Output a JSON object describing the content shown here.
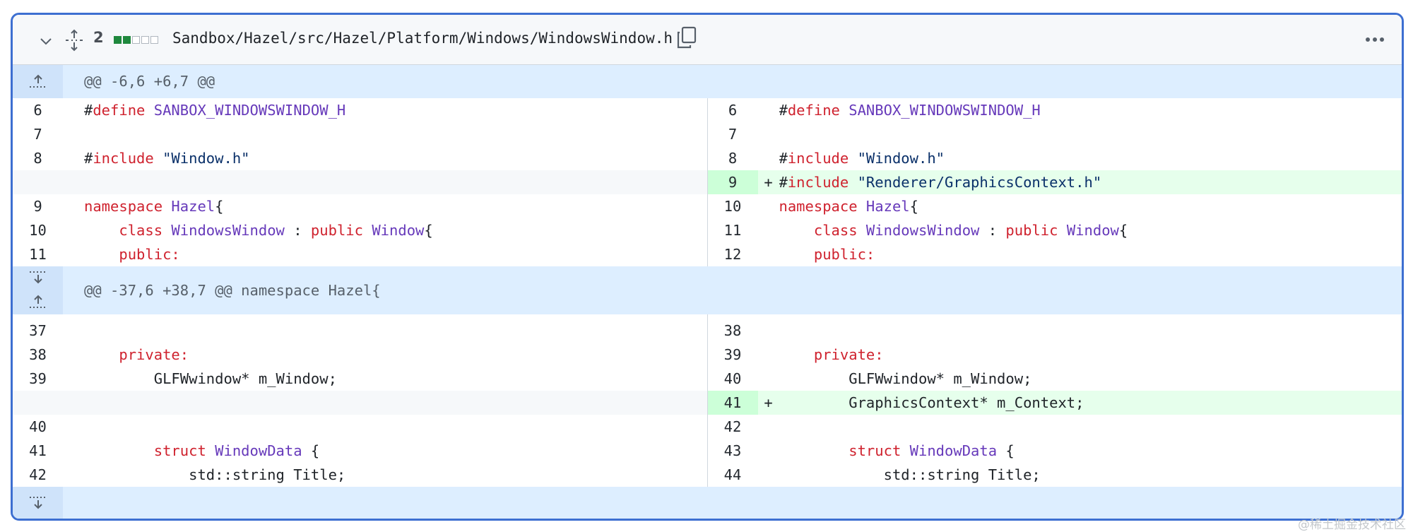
{
  "header": {
    "changes_count": "2",
    "diffstat": [
      "add",
      "add",
      "neutral",
      "neutral",
      "neutral"
    ],
    "file_path": "Sandbox/Hazel/src/Hazel/Platform/Windows/WindowsWindow.h",
    "icons": [
      "chevron-down-icon",
      "unfold-icon",
      "copy-icon",
      "kebab-horizontal-icon"
    ]
  },
  "colors": {
    "accent_border": "#3d6fd1",
    "added_bg": "#e6ffec",
    "added_ln_bg": "#ccffd8",
    "hunk_bg": "#ddeeff",
    "keyword": "#cf222e",
    "entity": "#6639ba",
    "string": "#0a3069"
  },
  "hunk1": {
    "text": "@@ -6,6 +6,7 @@"
  },
  "hunk2": {
    "text": "@@ -37,6 +38,7 @@ namespace Hazel{"
  },
  "rows": [
    {
      "left": {
        "ln": "6",
        "tokens": [
          [
            "#",
            "plain"
          ],
          [
            "define",
            "kw"
          ],
          [
            " SANBOX_WINDOWSWINDOW_H",
            "ent"
          ]
        ]
      },
      "right": {
        "ln": "6",
        "tokens": [
          [
            "#",
            "plain"
          ],
          [
            "define",
            "kw"
          ],
          [
            " SANBOX_WINDOWSWINDOW_H",
            "ent"
          ]
        ]
      }
    },
    {
      "left": {
        "ln": "7",
        "tokens": []
      },
      "right": {
        "ln": "7",
        "tokens": []
      }
    },
    {
      "left": {
        "ln": "8",
        "tokens": [
          [
            "#",
            "plain"
          ],
          [
            "include",
            "kw"
          ],
          [
            " \"Window.h\"",
            "str"
          ]
        ]
      },
      "right": {
        "ln": "8",
        "tokens": [
          [
            "#",
            "plain"
          ],
          [
            "include",
            "kw"
          ],
          [
            " \"Window.h\"",
            "str"
          ]
        ]
      }
    },
    {
      "left": null,
      "right": {
        "ln": "9",
        "added": true,
        "tokens": [
          [
            "#",
            "plain"
          ],
          [
            "include",
            "kw"
          ],
          [
            " \"Renderer/GraphicsContext.h\"",
            "str"
          ]
        ]
      }
    },
    {
      "left": {
        "ln": "9",
        "tokens": [
          [
            "namespace",
            "kw"
          ],
          [
            " Hazel",
            "ent"
          ],
          [
            "{",
            "plain"
          ]
        ]
      },
      "right": {
        "ln": "10",
        "tokens": [
          [
            "namespace",
            "kw"
          ],
          [
            " Hazel",
            "ent"
          ],
          [
            "{",
            "plain"
          ]
        ]
      }
    },
    {
      "left": {
        "ln": "10",
        "tokens": [
          [
            "    ",
            "plain"
          ],
          [
            "class",
            "kw"
          ],
          [
            " WindowsWindow",
            "ent"
          ],
          [
            " : ",
            "plain"
          ],
          [
            "public",
            "kw"
          ],
          [
            " Window",
            "ent"
          ],
          [
            "{",
            "plain"
          ]
        ]
      },
      "right": {
        "ln": "11",
        "tokens": [
          [
            "    ",
            "plain"
          ],
          [
            "class",
            "kw"
          ],
          [
            " WindowsWindow",
            "ent"
          ],
          [
            " : ",
            "plain"
          ],
          [
            "public",
            "kw"
          ],
          [
            " Window",
            "ent"
          ],
          [
            "{",
            "plain"
          ]
        ]
      }
    },
    {
      "left": {
        "ln": "11",
        "tokens": [
          [
            "    ",
            "plain"
          ],
          [
            "public:",
            "kw"
          ]
        ]
      },
      "right": {
        "ln": "12",
        "tokens": [
          [
            "    ",
            "plain"
          ],
          [
            "public:",
            "kw"
          ]
        ]
      }
    }
  ],
  "rows2": [
    {
      "left": {
        "ln": "37",
        "tokens": []
      },
      "right": {
        "ln": "38",
        "tokens": []
      }
    },
    {
      "left": {
        "ln": "38",
        "tokens": [
          [
            "    ",
            "plain"
          ],
          [
            "private:",
            "kw"
          ]
        ]
      },
      "right": {
        "ln": "39",
        "tokens": [
          [
            "    ",
            "plain"
          ],
          [
            "private:",
            "kw"
          ]
        ]
      }
    },
    {
      "left": {
        "ln": "39",
        "tokens": [
          [
            "        GLFWwindow* m_Window;",
            "plain"
          ]
        ]
      },
      "right": {
        "ln": "40",
        "tokens": [
          [
            "        GLFWwindow* m_Window;",
            "plain"
          ]
        ]
      }
    },
    {
      "left": null,
      "right": {
        "ln": "41",
        "added": true,
        "tokens": [
          [
            "        GraphicsContext* m_Context;",
            "plain"
          ]
        ]
      }
    },
    {
      "left": {
        "ln": "40",
        "tokens": []
      },
      "right": {
        "ln": "42",
        "tokens": []
      }
    },
    {
      "left": {
        "ln": "41",
        "tokens": [
          [
            "        ",
            "plain"
          ],
          [
            "struct",
            "kw"
          ],
          [
            " WindowData",
            "ent"
          ],
          [
            " {",
            "plain"
          ]
        ]
      },
      "right": {
        "ln": "43",
        "tokens": [
          [
            "        ",
            "plain"
          ],
          [
            "struct",
            "kw"
          ],
          [
            " WindowData",
            "ent"
          ],
          [
            " {",
            "plain"
          ]
        ]
      }
    },
    {
      "left": {
        "ln": "42",
        "tokens": [
          [
            "            std::string Title;",
            "plain"
          ]
        ]
      },
      "right": {
        "ln": "44",
        "tokens": [
          [
            "            std::string Title;",
            "plain"
          ]
        ]
      }
    }
  ],
  "watermark": "@稀土掘金技术社区"
}
